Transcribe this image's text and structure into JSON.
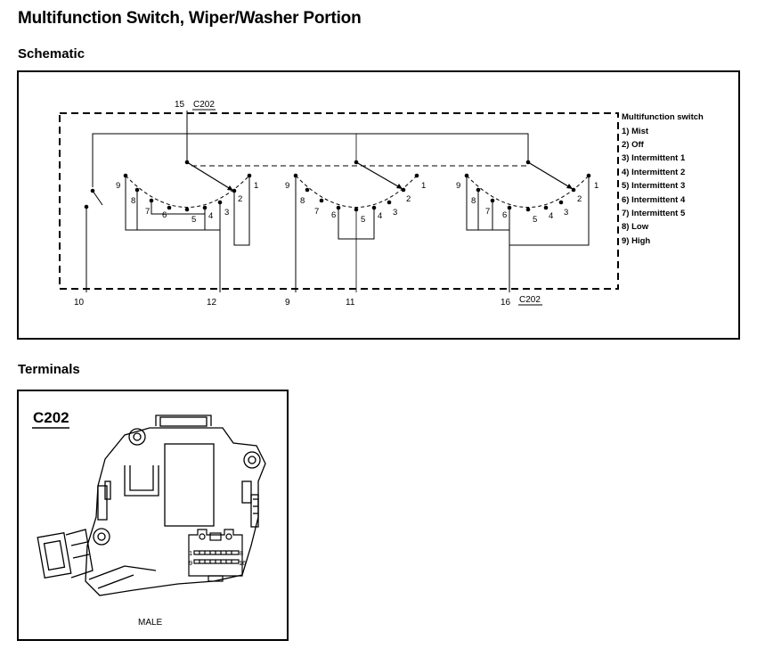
{
  "title": "Multifunction Switch, Wiper/Washer Portion",
  "sections": {
    "schematic": "Schematic",
    "terminals": "Terminals"
  },
  "schematic": {
    "connector_top": "C202",
    "connector_bottom": "C202",
    "pins": {
      "p15": "15",
      "p10": "10",
      "p12": "12",
      "p9": "9",
      "p11": "11",
      "p16": "16"
    },
    "positions": [
      "1",
      "2",
      "3",
      "4",
      "5",
      "6",
      "7",
      "8",
      "9"
    ],
    "legend": {
      "title": "Multifunction switch",
      "items": [
        "1)  Mist",
        "2)  Off",
        "3)  Intermittent 1",
        "4)  Intermittent 2",
        "5)  Intermittent 3",
        "6)  Intermittent 4",
        "7)  Intermittent 5",
        "8)  Low",
        "9)  High"
      ]
    }
  },
  "terminals": {
    "connector_label": "C202",
    "gender": "MALE",
    "pin_1": "1",
    "pin_8": "8",
    "pin_9": "9",
    "pin_16": "16"
  }
}
